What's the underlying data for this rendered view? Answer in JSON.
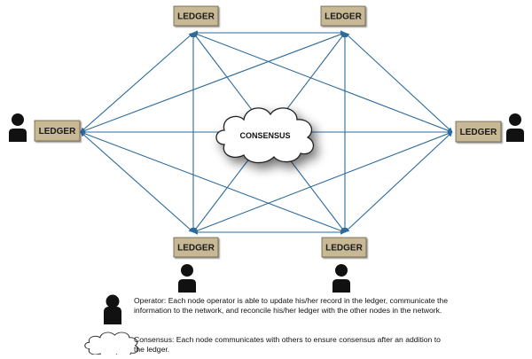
{
  "nodes": [
    {
      "id": "top-left",
      "label": "LEDGER",
      "has_operator": false
    },
    {
      "id": "top-right",
      "label": "LEDGER",
      "has_operator": false
    },
    {
      "id": "left",
      "label": "LEDGER",
      "has_operator": true
    },
    {
      "id": "right",
      "label": "LEDGER",
      "has_operator": true
    },
    {
      "id": "bottom-left",
      "label": "LEDGER",
      "has_operator": true
    },
    {
      "id": "bottom-right",
      "label": "LEDGER",
      "has_operator": true
    }
  ],
  "center": {
    "label": "CONSENSUS"
  },
  "legend": {
    "operator": "Operator: Each node operator is able to update his/her record in the ledger, communicate the information to the network, and reconcile his/her ledger with the other nodes in the network.",
    "consensus": "Consensus: Each node communicates with others to ensure consensus after an addition to the ledger."
  },
  "colors": {
    "ledger_fill": "#c7b896",
    "ledger_border": "#6b5c3f",
    "edge": "#2d6b9c",
    "person": "#111111",
    "cloud_fill": "#ffffff",
    "cloud_stroke": "#222222"
  }
}
